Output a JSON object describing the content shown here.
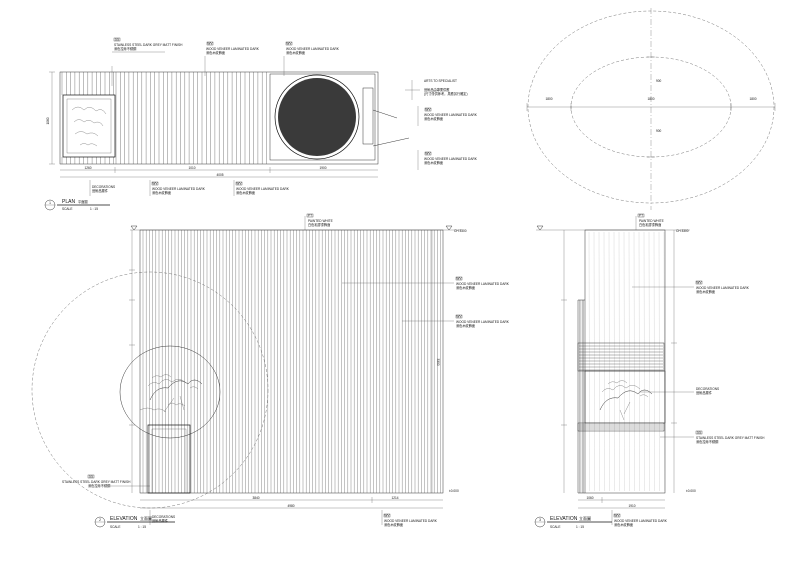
{
  "plan": {
    "title": "PLAN",
    "title_cn": "平面圖",
    "scale_label": "SCALE",
    "scale": "1 : 15",
    "number": "1",
    "dims_left": "1060",
    "dims_bottom": [
      "1260",
      "1010",
      "1900"
    ],
    "dims_bottom_total": "4005",
    "callout_ss": {
      "code": "SS",
      "en": "STAINLESS STEEL DARK GREY MATT FINISH",
      "cn": "深色拉絲不銹鋼"
    },
    "callout_wv_top1": {
      "code": "WV",
      "en": "WOOD VENEER LAMINATED DARK",
      "cn": "深色木紋飾面"
    },
    "callout_wv_top2": {
      "code": "WV",
      "en": "WOOD VENEER LAMINATED DARK",
      "cn": "深色木紋飾面"
    },
    "callout_specialist": {
      "en": "ARTS TO SPECIALIST",
      "cn1": "藝術品由專業供應",
      "cn2": "(尺寸僅供參考，具體另行確定)"
    },
    "callout_right_wv1": {
      "code": "WV",
      "en": "WOOD VENEER LAMINATED DARK",
      "cn": "深色木紋飾面"
    },
    "callout_right_wv2": {
      "code": "WV",
      "en": "WOOD VENEER LAMINATED DARK",
      "cn": "深色木紋飾面"
    },
    "callout_deco": {
      "code": "DECORATIONS",
      "en": "DECORATIONS",
      "cn": "藝術品擺件"
    },
    "callout_bottom_wv1": {
      "code": "WV",
      "en": "WOOD VENEER LAMINATED DARK",
      "cn": "深色木紋飾面"
    },
    "callout_bottom_wv2": {
      "code": "WV",
      "en": "WOOD VENEER LAMINATED DARK",
      "cn": "深色木紋飾面"
    }
  },
  "ellipse_detail": {
    "dims_h": [
      "1800",
      "1800",
      "1800"
    ],
    "dims_v": [
      "900",
      "900"
    ]
  },
  "elevation_main": {
    "title": "ELEVATION",
    "title_cn": "立面圖",
    "scale_label": "SCALE",
    "scale": "1 : 15",
    "number": "2",
    "level_top": "CH 3300",
    "level_bottom": "±0.000",
    "dims_bottom": [
      "3840",
      "1214"
    ],
    "dims_bottom_total": "4980",
    "dim_height": "3300",
    "callout_top": {
      "code": "PT",
      "en": "PAINTED WHITE",
      "cn": "白色乳膠漆飾面"
    },
    "callout_wv1": {
      "code": "WV",
      "en": "WOOD VENEER LAMINATED DARK",
      "cn": "深色木紋飾面"
    },
    "callout_wv2": {
      "code": "WV",
      "en": "WOOD VENEER LAMINATED DARK",
      "cn": "深色木紋飾面"
    },
    "callout_ss": {
      "code": "SS",
      "en": "STAINLESS STEEL DARK GREY MATT FINISH",
      "cn": "深色拉絲不銹鋼"
    },
    "callout_deco": {
      "code": "DECORATIONS",
      "en": "DECORATIONS",
      "cn": "藝術品擺件"
    },
    "callout_wv_bottom": {
      "code": "WV",
      "en": "WOOD VENEER LAMINATED DARK",
      "cn": "深色木紋飾面"
    }
  },
  "elevation_side": {
    "title": "ELEVATION",
    "title_cn": "立面圖",
    "scale_label": "SCALE",
    "scale": "1 : 15",
    "number": "3",
    "level_top": "CH 3300",
    "level_bottom": "±0.000",
    "dims_bottom": [
      "1060",
      "1910"
    ],
    "callout_top": {
      "code": "PT",
      "en": "PAINTED WHITE",
      "cn": "白色乳膠漆飾面"
    },
    "callout_wv1": {
      "code": "WV",
      "en": "WOOD VENEER LAMINATED DARK",
      "cn": "深色木紋飾面"
    },
    "callout_deco": {
      "code": "DECORATIONS",
      "en": "DECORATIONS",
      "cn": "藝術品擺件"
    },
    "callout_ss": {
      "code": "SS",
      "en": "STAINLESS STEEL DARK GREY MATT FINISH",
      "cn": "深色拉絲不銹鋼"
    },
    "callout_wv_bottom": {
      "code": "WV",
      "en": "WOOD VENEER LAMINATED DARK",
      "cn": "深色木紋飾面"
    }
  }
}
